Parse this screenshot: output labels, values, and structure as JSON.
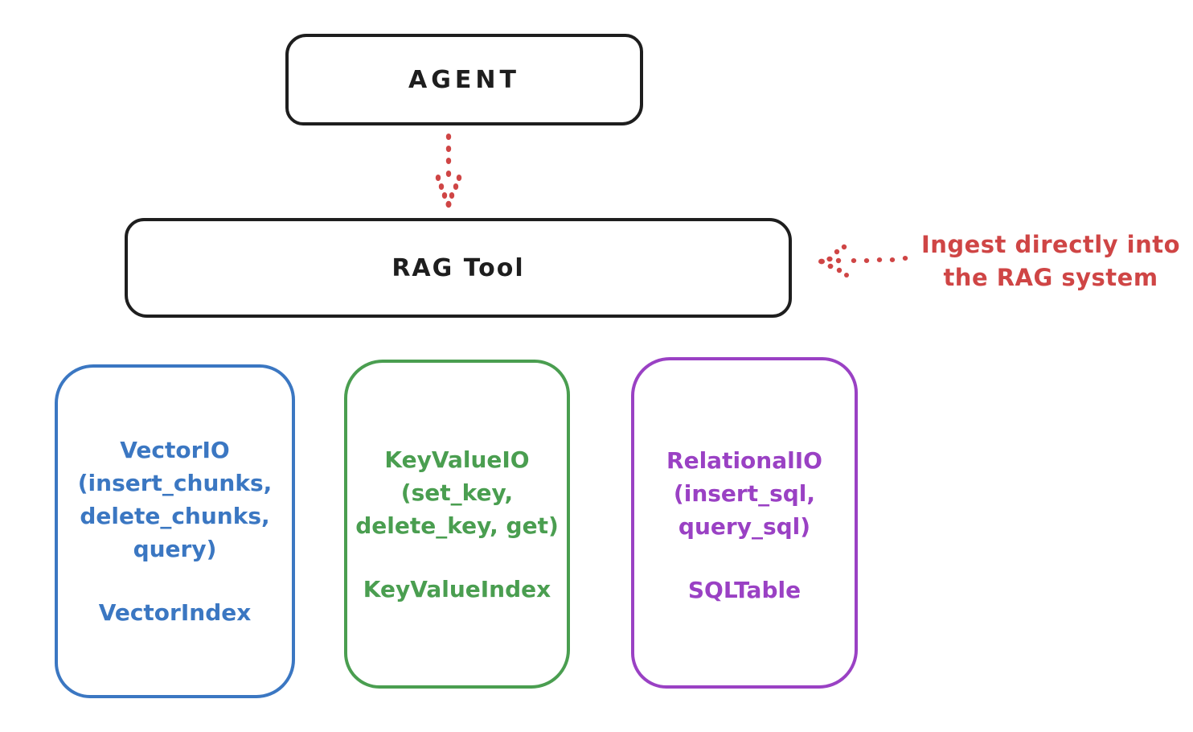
{
  "palette": {
    "ink": "#1e1e1e",
    "red": "#cf4545",
    "blue": "#3b77c2",
    "green": "#4a9e50",
    "purple": "#9a41c4",
    "background": "#ffffff"
  },
  "agent": {
    "label": "AGENT"
  },
  "rag_tool": {
    "label": "RAG Tool"
  },
  "annotation": {
    "text": "Ingest directly into\nthe RAG system"
  },
  "arrows": [
    {
      "name": "agent-to-rag-tool",
      "style": "dotted",
      "direction": "down",
      "color": "#cf4545"
    },
    {
      "name": "annotation-to-rag-tool",
      "style": "dotted",
      "direction": "left",
      "color": "#cf4545"
    }
  ],
  "backends": [
    {
      "name": "vector-io",
      "methods": "VectorIO\n(insert_chunks,\ndelete_chunks,\nquery)",
      "index": "VectorIndex",
      "color": "#3b77c2"
    },
    {
      "name": "keyvalue-io",
      "methods": "KeyValueIO\n(set_key,\ndelete_key, get)",
      "index": "KeyValueIndex",
      "color": "#4a9e50"
    },
    {
      "name": "relational-io",
      "methods": "RelationalIO\n(insert_sql,\nquery_sql)",
      "index": "SQLTable",
      "color": "#9a41c4"
    }
  ]
}
